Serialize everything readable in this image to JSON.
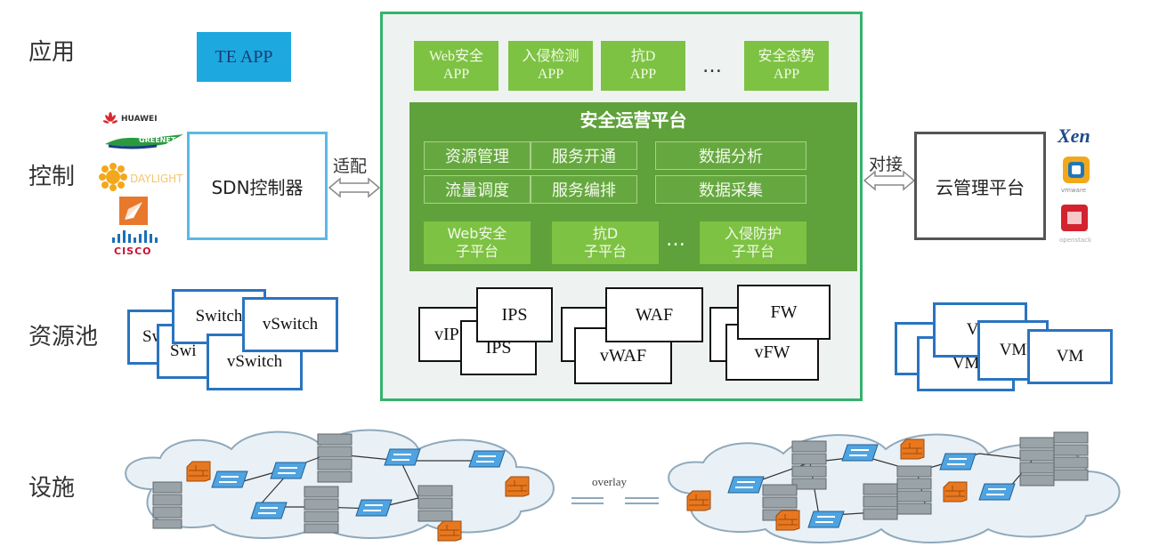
{
  "rows": {
    "apps": "应用",
    "control": "控制",
    "pool": "资源池",
    "infra": "设施"
  },
  "te_app": "TE APP",
  "sdn_controller": "SDN控制器",
  "adapt_label": "适配",
  "connect_label": "对接",
  "cloud_mgmt": "云管理平台",
  "vendors": {
    "huawei": "HUAWEI",
    "greenet": "GREENET",
    "daylight": "DAYLIGHT",
    "cisco": "CISCO",
    "xen": "Xen",
    "vmware": "vmware",
    "openstack": "openstack"
  },
  "security_apps": [
    {
      "line1": "Web安全",
      "line2": "APP"
    },
    {
      "line1": "入侵检测",
      "line2": "APP"
    },
    {
      "line1": "抗D",
      "line2": "APP"
    },
    {
      "line1": "安全态势",
      "line2": "APP"
    }
  ],
  "ellipsis": "…",
  "platform": {
    "title": "安全运营平台",
    "functions": [
      "资源管理",
      "服务开通",
      "数据分析",
      "流量调度",
      "服务编排",
      "数据采集"
    ],
    "subplatforms": [
      {
        "line1": "Web安全",
        "line2": "子平台"
      },
      {
        "line1": "抗D",
        "line2": "子平台"
      },
      {
        "line1": "入侵防护",
        "line2": "子平台"
      }
    ]
  },
  "switch_pool": [
    "Sw",
    "Swi",
    "Switch",
    "vSwitch",
    "vSwitch"
  ],
  "security_pool": {
    "ips": [
      "vIP",
      "IPS",
      "IPS"
    ],
    "waf": [
      "vWAF",
      "WAF"
    ],
    "fw": [
      "vFW",
      "FW"
    ]
  },
  "vm_pool": [
    "VM",
    "VM",
    "VM",
    "VM"
  ],
  "overlay_label": "overlay"
}
